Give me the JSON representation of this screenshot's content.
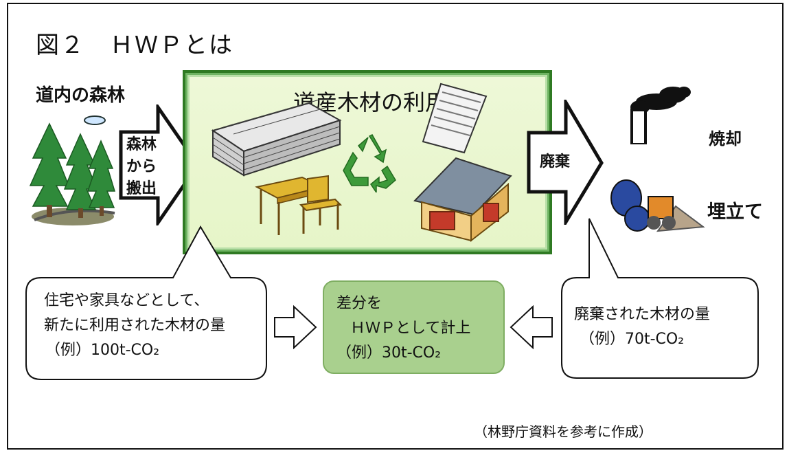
{
  "title": "図２　ＨＷＰとは",
  "forest_label": "道内の森林",
  "center_title": "道産木材の利用",
  "left_arrow_lines": [
    "森林",
    "から",
    "搬出"
  ],
  "right_arrow_label": "廃棄",
  "burn_label": "焼却",
  "landfill_label": "埋立て",
  "left_bubble_lines": [
    "住宅や家具などとして、",
    "新たに利用された木材の量",
    "（例）100t-CO₂"
  ],
  "middle_box_lines": [
    "差分を",
    "ＨＷＰとして計上",
    "（例）30t-CO₂"
  ],
  "right_bubble_lines": [
    "廃棄された木材の量",
    "（例）70t-CO₂"
  ],
  "source_note": "（林野庁資料を参考に作成）",
  "icons": [
    "trees-icon",
    "cloud-icon",
    "lumber-icon",
    "recycle-icon",
    "newspaper-icon",
    "house-icon",
    "desk-chair-icon",
    "chimney-smoke-icon",
    "landfill-machinery-icon"
  ],
  "colors": {
    "frame_border": "#2f7a23",
    "frame_fill": "#e6f5c8",
    "middle_box": "#a9d08e",
    "recycle": "#3d9a3a"
  }
}
